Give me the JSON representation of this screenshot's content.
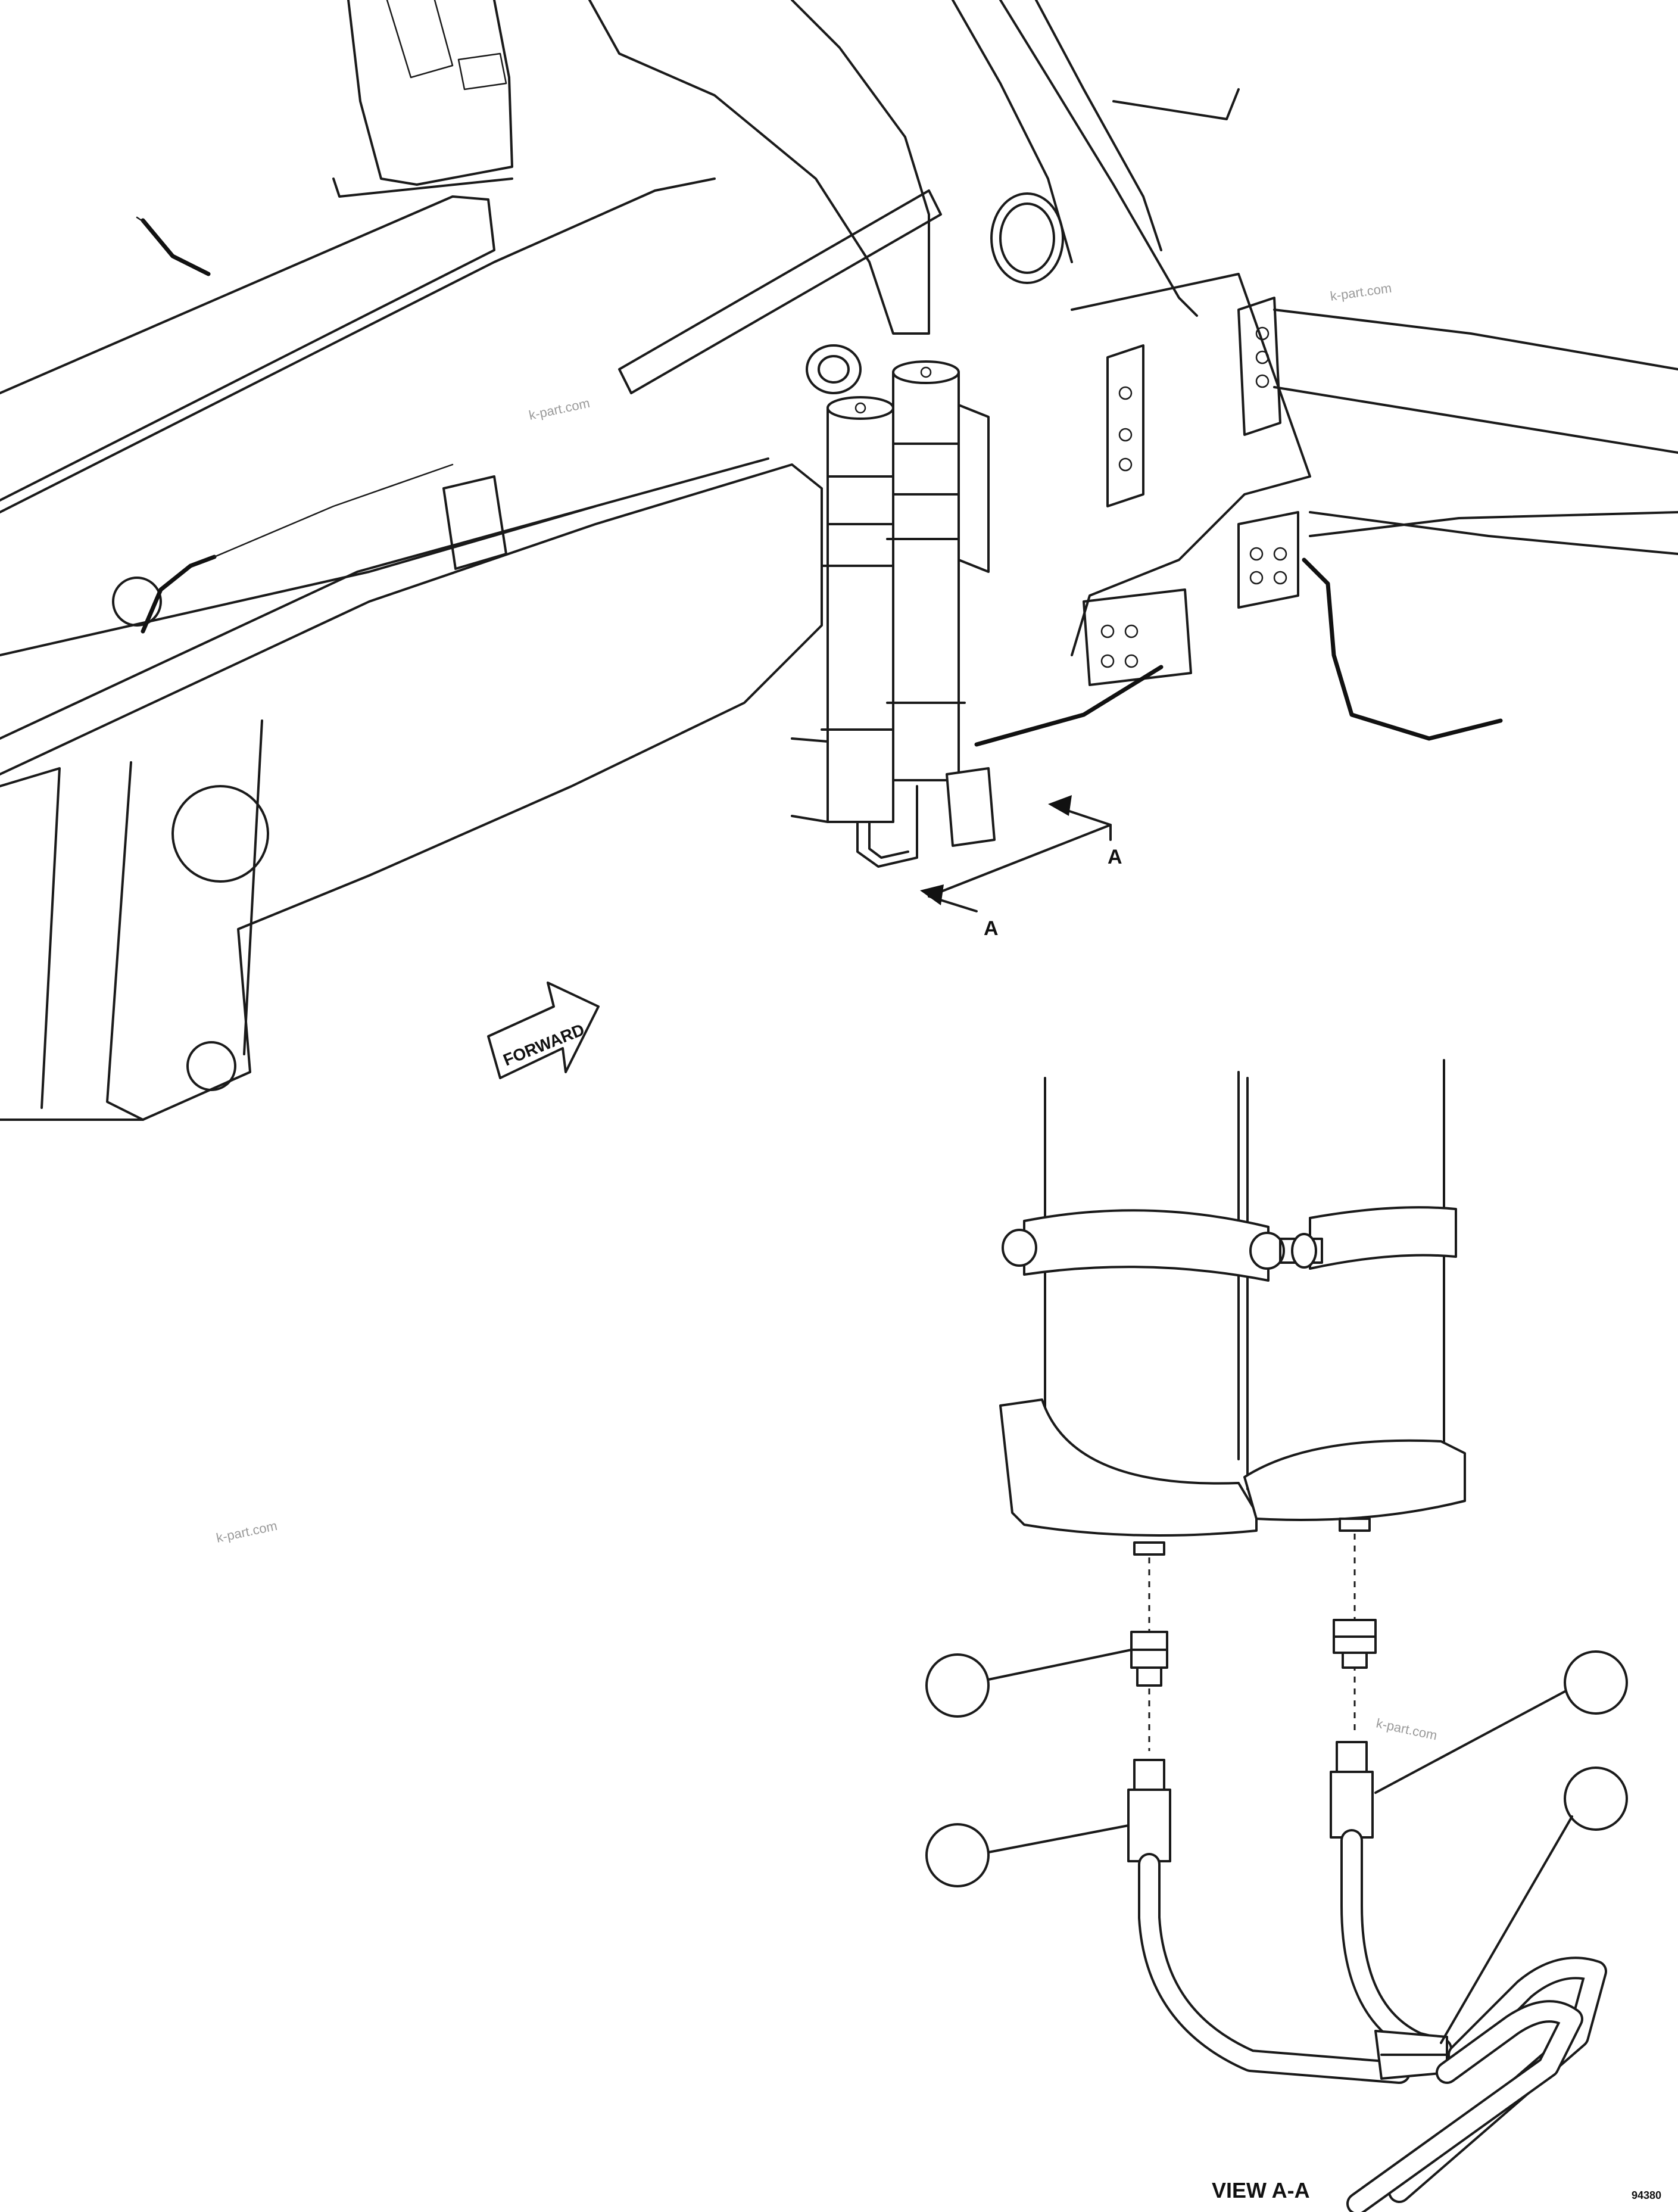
{
  "section_marks": [
    "A",
    "A"
  ],
  "forward_label": "FORWARD",
  "view_label": "VIEW A-A",
  "figure_id": "94380",
  "watermarks": [
    "k-part.com",
    "k-part.com",
    "k-part.com",
    "k-part.com"
  ],
  "callouts": [
    {
      "id": "callout-1",
      "label": ""
    },
    {
      "id": "callout-2",
      "label": ""
    },
    {
      "id": "callout-3",
      "label": ""
    },
    {
      "id": "callout-4",
      "label": ""
    }
  ]
}
